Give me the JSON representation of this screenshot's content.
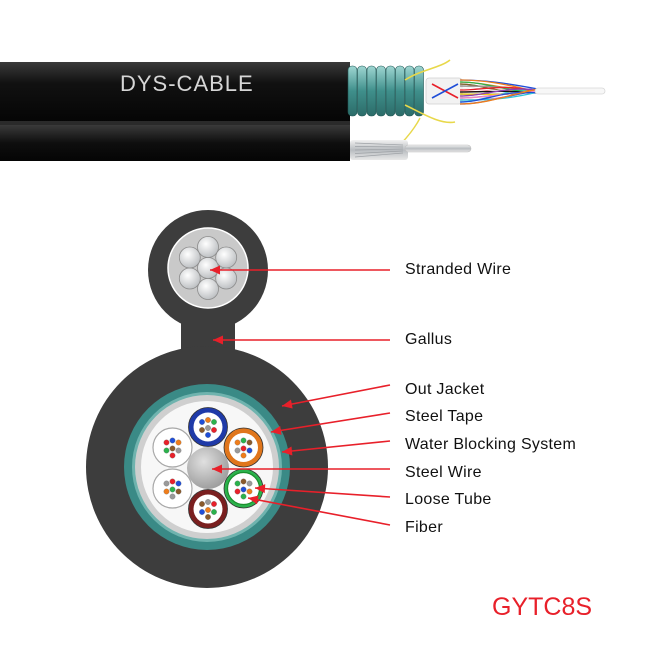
{
  "cable_photo": {
    "brand_text": "DYS-CABLE",
    "fiber_colors": [
      "#1f4ed8",
      "#f07d1a",
      "#2bb24c",
      "#8a5a2b",
      "#9a9a9a",
      "#ffffff",
      "#e8202a",
      "#111111",
      "#f5d20a",
      "#8b3fb8",
      "#f08ac0",
      "#2ec4d6"
    ]
  },
  "cross_section": {
    "labels": [
      {
        "id": "stranded-wire",
        "text": "Stranded Wire"
      },
      {
        "id": "gallus",
        "text": "Gallus"
      },
      {
        "id": "out-jacket",
        "text": "Out Jacket"
      },
      {
        "id": "steel-tape",
        "text": "Steel Tape"
      },
      {
        "id": "water-blocking",
        "text": "Water Blocking System"
      },
      {
        "id": "steel-wire",
        "text": "Steel Wire"
      },
      {
        "id": "loose-tube",
        "text": "Loose Tube"
      },
      {
        "id": "fiber",
        "text": "Fiber"
      }
    ],
    "tube_colors": [
      "#1f3aa8",
      "#e0761c",
      "#2bb24c",
      "#7a1f1f",
      "#ffffff",
      "#ffffff"
    ],
    "fiber_dot_colors": [
      "#1f4ed8",
      "#f07d1a",
      "#2bb24c",
      "#8a5a2b",
      "#9a9a9a",
      "#e8202a"
    ],
    "arrow_color": "#e8202a"
  },
  "model_name": "GYTC8S"
}
